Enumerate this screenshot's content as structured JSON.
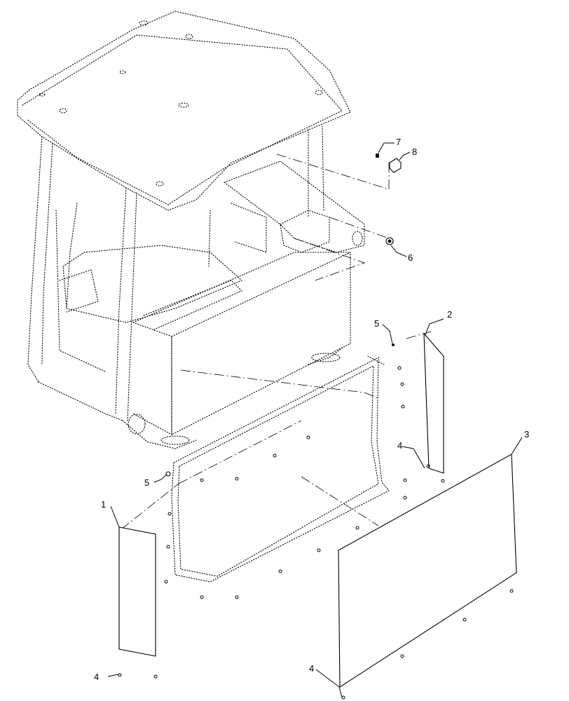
{
  "callouts": [
    {
      "id": "callout-1",
      "text": "1"
    },
    {
      "id": "callout-2",
      "text": "2"
    },
    {
      "id": "callout-3",
      "text": "3"
    },
    {
      "id": "callout-4a",
      "text": "4"
    },
    {
      "id": "callout-4b",
      "text": "4"
    },
    {
      "id": "callout-4c",
      "text": "4"
    },
    {
      "id": "callout-5a",
      "text": "5"
    },
    {
      "id": "callout-5b",
      "text": "5"
    },
    {
      "id": "callout-6",
      "text": "6"
    },
    {
      "id": "callout-7",
      "text": "7"
    },
    {
      "id": "callout-8",
      "text": "8"
    }
  ]
}
